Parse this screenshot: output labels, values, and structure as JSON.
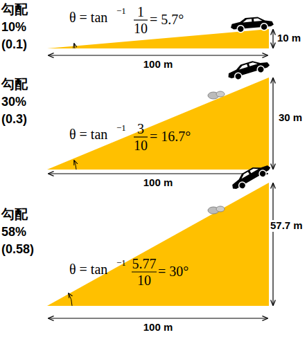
{
  "diagram": {
    "labels": [
      "勾配",
      "10%",
      "(0.1)",
      "θ = tan",
      "−1",
      "1",
      "10",
      "= 5.7°",
      "10 m",
      "100 m",
      "勾配",
      "30%",
      "(0.3)",
      "θ = tan",
      "−1",
      "3",
      "10",
      "= 16.7°",
      "30 m",
      "100 m",
      "勾配",
      "58%",
      "(0.58)",
      "θ = tan",
      "−1",
      "5.77",
      "10",
      "= 30°",
      "57.7 m",
      "100 m"
    ]
  }
}
